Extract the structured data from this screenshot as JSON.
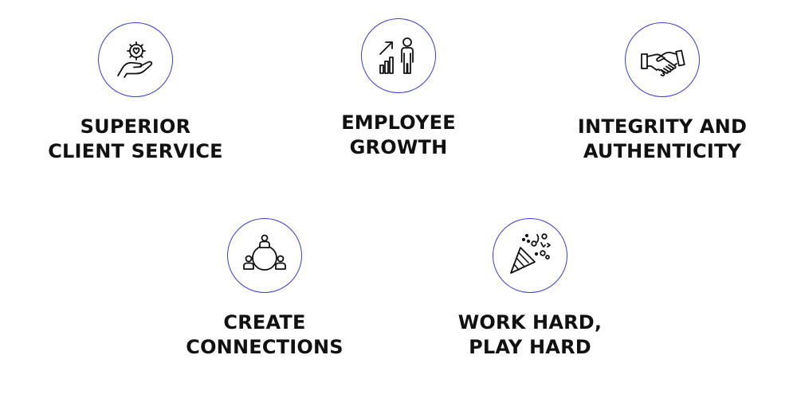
{
  "values": [
    {
      "line1": "SUPERIOR",
      "line2": "CLIENT SERVICE",
      "icon": "hand-heart-gear-icon"
    },
    {
      "line1": "EMPLOYEE",
      "line2": "GROWTH",
      "icon": "growth-chart-person-icon"
    },
    {
      "line1": "INTEGRITY AND",
      "line2": "AUTHENTICITY",
      "icon": "handshake-icon"
    },
    {
      "line1": "CREATE",
      "line2": "CONNECTIONS",
      "icon": "connected-people-icon"
    },
    {
      "line1": "WORK HARD,",
      "line2": "PLAY HARD",
      "icon": "party-popper-icon"
    }
  ],
  "colors": {
    "circle_border": "#3b3bd6",
    "text": "#111111",
    "background": "#ffffff"
  }
}
